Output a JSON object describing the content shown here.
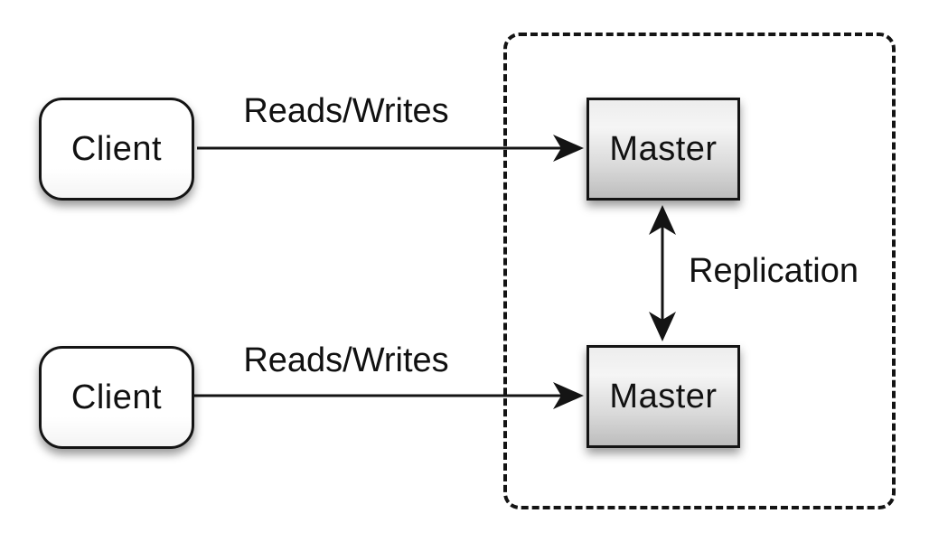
{
  "diagram": {
    "kind": "master-master replication topology",
    "nodes": {
      "client_top": {
        "label": "Client",
        "shape": "rounded-rect"
      },
      "client_bottom": {
        "label": "Client",
        "shape": "rounded-rect"
      },
      "master_top": {
        "label": "Master",
        "shape": "rect"
      },
      "master_bottom": {
        "label": "Master",
        "shape": "rect"
      }
    },
    "edges": {
      "client_top_to_master_top": {
        "label": "Reads/Writes",
        "direction": "one-way"
      },
      "client_bottom_to_master_bottom": {
        "label": "Reads/Writes",
        "direction": "one-way"
      },
      "master_to_master": {
        "label": "Replication",
        "direction": "two-way"
      }
    },
    "group": {
      "style": "dashed-rounded-rect",
      "contains": [
        "master_top",
        "master_bottom"
      ]
    }
  },
  "colors": {
    "stroke": "#141414",
    "background": "#ffffff",
    "client_fill": "#ffffff",
    "master_fill_top": "#ededed",
    "master_fill_mid": "#f5f5f5",
    "master_fill_bottom": "#bdbdbd",
    "text": "#111111"
  }
}
